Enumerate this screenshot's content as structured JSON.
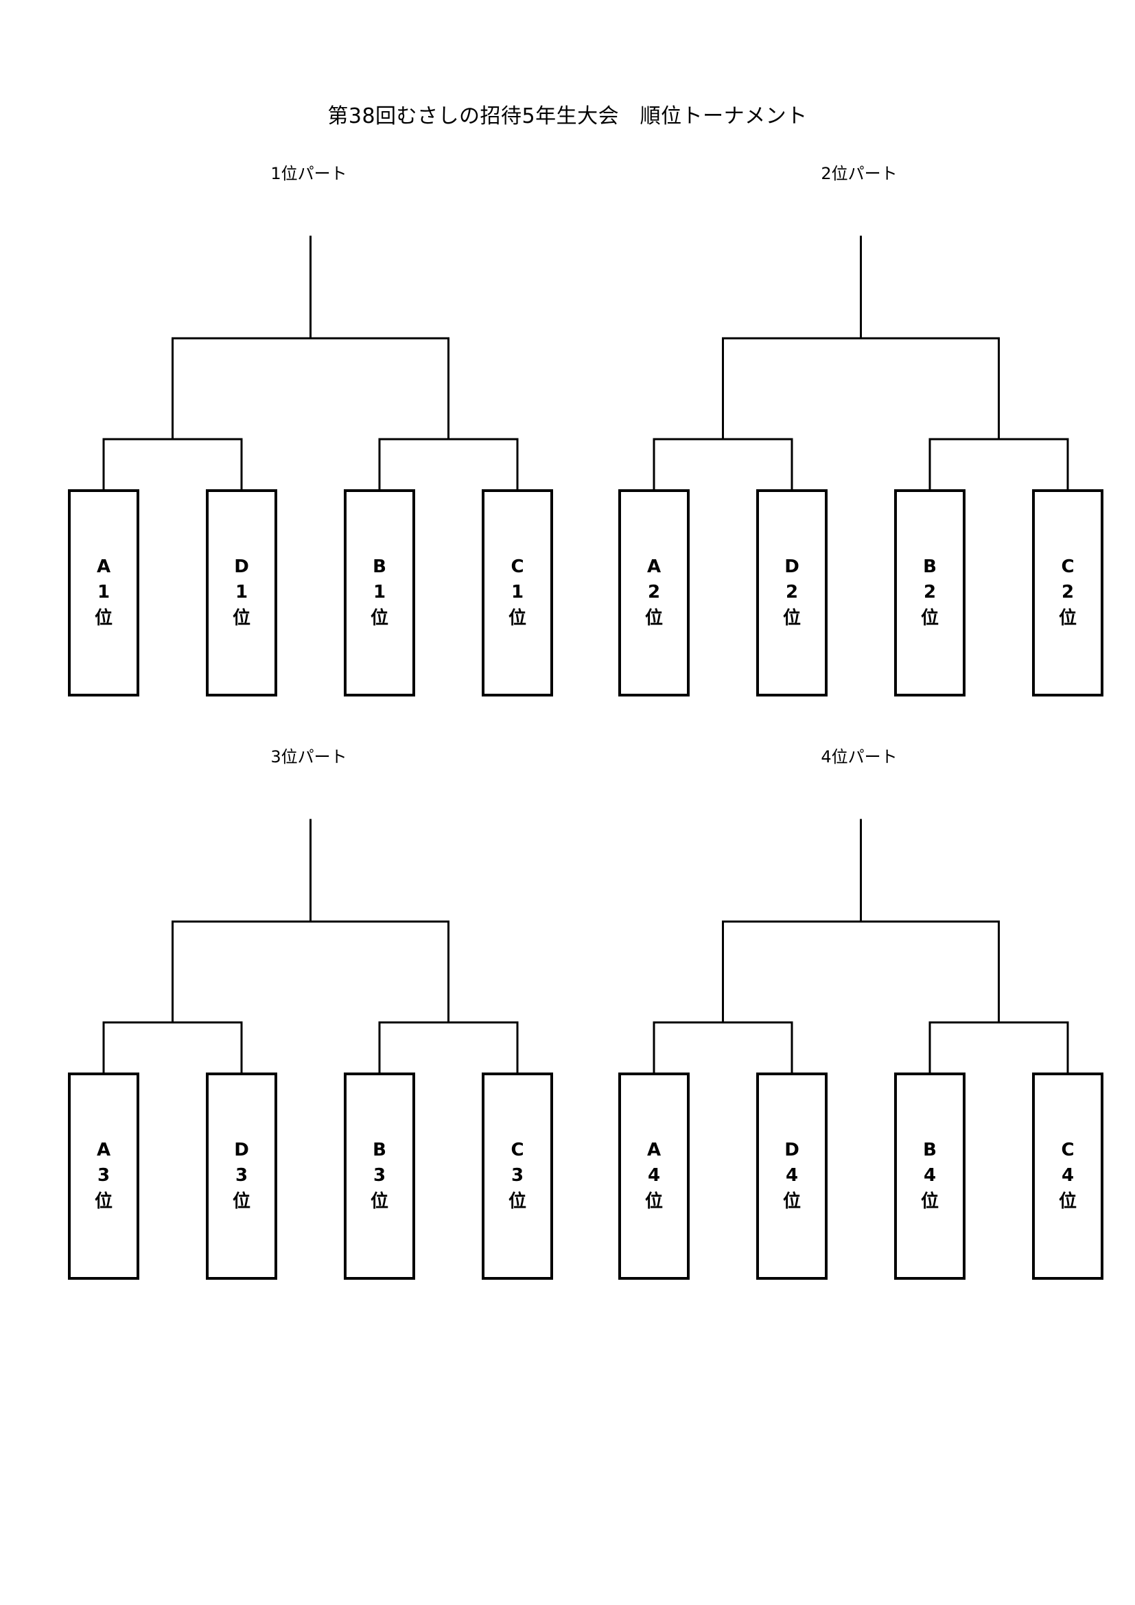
{
  "title": "第38回むさしの招待5年生大会　順位トーナメント",
  "sections": [
    {
      "label": "1位パート",
      "entries": [
        [
          "A",
          "1",
          "位"
        ],
        [
          "D",
          "1",
          "位"
        ],
        [
          "B",
          "1",
          "位"
        ],
        [
          "C",
          "1",
          "位"
        ]
      ]
    },
    {
      "label": "2位パート",
      "entries": [
        [
          "A",
          "2",
          "位"
        ],
        [
          "D",
          "2",
          "位"
        ],
        [
          "B",
          "2",
          "位"
        ],
        [
          "C",
          "2",
          "位"
        ]
      ]
    },
    {
      "label": "3位パート",
      "entries": [
        [
          "A",
          "3",
          "位"
        ],
        [
          "D",
          "3",
          "位"
        ],
        [
          "B",
          "3",
          "位"
        ],
        [
          "C",
          "3",
          "位"
        ]
      ]
    },
    {
      "label": "4位パート",
      "entries": [
        [
          "A",
          "4",
          "位"
        ],
        [
          "D",
          "4",
          "位"
        ],
        [
          "B",
          "4",
          "位"
        ],
        [
          "C",
          "4",
          "位"
        ]
      ]
    }
  ]
}
